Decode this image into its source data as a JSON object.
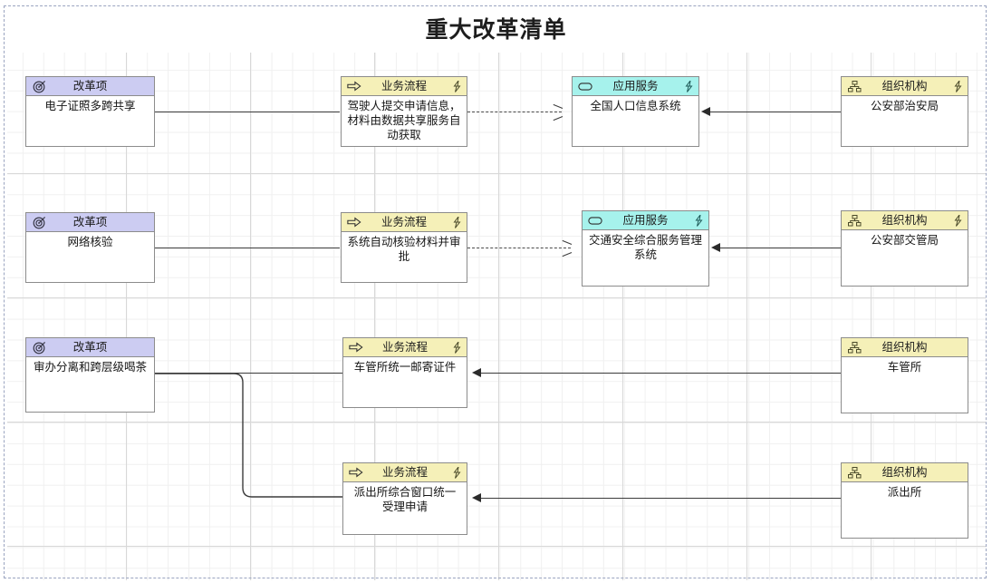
{
  "diagram": {
    "title": "重大改革清单",
    "types": {
      "reform": {
        "label": "改革项",
        "icon": "target-icon",
        "color": "#ccccf2"
      },
      "process": {
        "label": "业务流程",
        "icon": "arrow-right-icon",
        "color": "#f5f0b8"
      },
      "service": {
        "label": "应用服务",
        "icon": "rounded-rect-icon",
        "color": "#a6f2ec"
      },
      "org": {
        "label": "组织机构",
        "icon": "org-chart-icon",
        "color": "#f5f0b8"
      }
    },
    "badge_icon": "lightning-icon",
    "nodes": [
      {
        "id": "n1",
        "type_label": "改革项",
        "body": "电子证照多跨共享"
      },
      {
        "id": "n2",
        "type_label": "业务流程",
        "body": "驾驶人提交申请信息，材料由数据共享服务自动获取"
      },
      {
        "id": "n3",
        "type_label": "应用服务",
        "body": "全国人口信息系统"
      },
      {
        "id": "n4",
        "type_label": "组织机构",
        "body": "公安部治安局"
      },
      {
        "id": "n5",
        "type_label": "改革项",
        "body": "网络核验"
      },
      {
        "id": "n6",
        "type_label": "业务流程",
        "body": "系统自动核验材料并审批"
      },
      {
        "id": "n7",
        "type_label": "应用服务",
        "body": "交通安全综合服务管理系统"
      },
      {
        "id": "n8",
        "type_label": "组织机构",
        "body": "公安部交管局"
      },
      {
        "id": "n9",
        "type_label": "改革项",
        "body": "审办分离和跨层级喝茶"
      },
      {
        "id": "n10",
        "type_label": "业务流程",
        "body": "车管所统一邮寄证件"
      },
      {
        "id": "n11",
        "type_label": "组织机构",
        "body": "车管所"
      },
      {
        "id": "n12",
        "type_label": "业务流程",
        "body": "派出所综合窗口统一受理申请"
      },
      {
        "id": "n13",
        "type_label": "组织机构",
        "body": "派出所"
      }
    ],
    "connections": [
      {
        "id": "c1",
        "from": "n1",
        "to": "n2",
        "style": "solid",
        "arrow": "none"
      },
      {
        "id": "c2",
        "from": "n2",
        "to": "n3",
        "style": "dashed",
        "arrow": "open-right"
      },
      {
        "id": "c3",
        "from": "n4",
        "to": "n3",
        "style": "solid",
        "arrow": "filled-left"
      },
      {
        "id": "c4",
        "from": "n5",
        "to": "n6",
        "style": "solid",
        "arrow": "none"
      },
      {
        "id": "c5",
        "from": "n6",
        "to": "n7",
        "style": "dashed",
        "arrow": "open-right"
      },
      {
        "id": "c6",
        "from": "n8",
        "to": "n7",
        "style": "solid",
        "arrow": "filled-left"
      },
      {
        "id": "c7",
        "from": "n9",
        "to": "n10",
        "style": "solid",
        "arrow": "none"
      },
      {
        "id": "c8",
        "from": "n9",
        "to": "n12",
        "style": "solid",
        "arrow": "none"
      },
      {
        "id": "c9",
        "from": "n11",
        "to": "n10",
        "style": "solid",
        "arrow": "filled-left"
      },
      {
        "id": "c10",
        "from": "n13",
        "to": "n12",
        "style": "solid",
        "arrow": "filled-left"
      }
    ]
  }
}
